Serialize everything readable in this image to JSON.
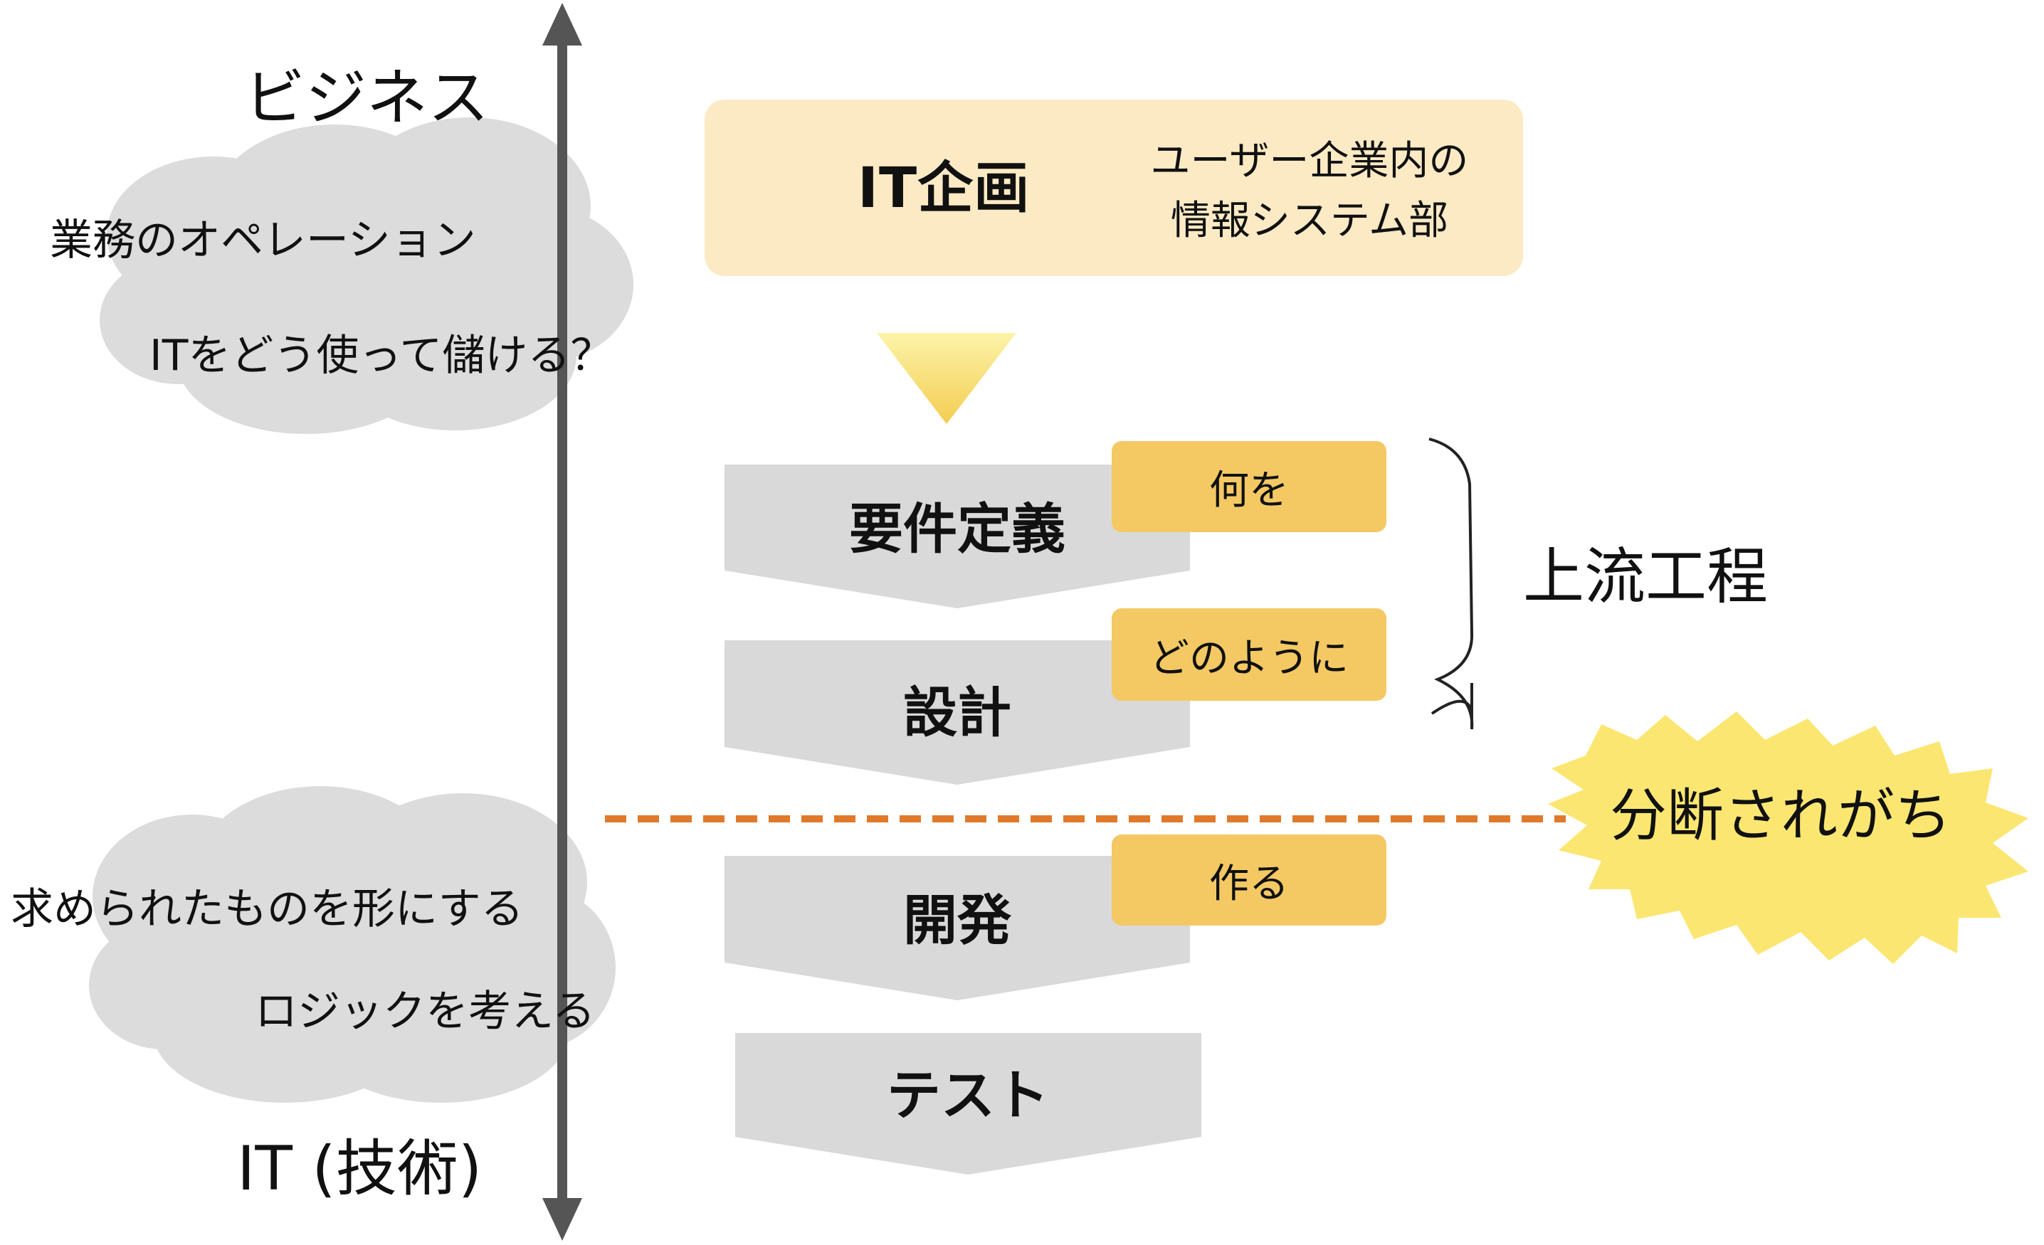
{
  "axis": {
    "top_label": "ビジネス",
    "bottom_label": "IT (技術)"
  },
  "clouds": {
    "business": {
      "line1": "業務のオペレーション",
      "line2": "ITをどう使って儲ける？"
    },
    "technology": {
      "line1": "求められたものを形にする",
      "line2": "ロジックを考える"
    }
  },
  "planning": {
    "title": "IT企画",
    "note_line1": "ユーザー企業内の",
    "note_line2": "情報システム部"
  },
  "phases": [
    {
      "label": "要件定義",
      "tag": "何を"
    },
    {
      "label": "設計",
      "tag": "どのように"
    },
    {
      "label": "開発",
      "tag": "作る"
    },
    {
      "label": "テスト",
      "tag": ""
    }
  ],
  "upstream_label": "上流工程",
  "split_label": "分断されがち",
  "colors": {
    "planning_box": "#fbeac4",
    "phase_arrow": "#d9d9d9",
    "tag": "#f4c964",
    "cloud": "#dcdcdc",
    "dashed_line": "#e07a2a",
    "burst": "#fbe671",
    "axis": "#555555"
  }
}
